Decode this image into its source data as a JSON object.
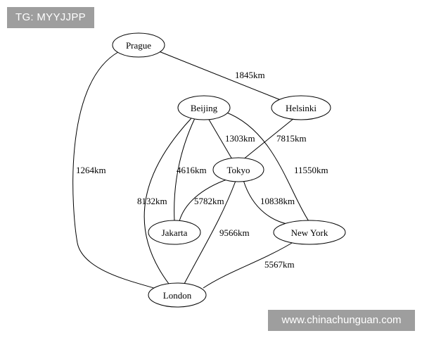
{
  "watermarks": {
    "top_left": "TG: MYYJJPP",
    "bottom_right": "www.chinachunguan.com"
  },
  "graph": {
    "nodes": [
      {
        "id": "prague",
        "label": "Prague"
      },
      {
        "id": "helsinki",
        "label": "Helsinki"
      },
      {
        "id": "beijing",
        "label": "Beijing"
      },
      {
        "id": "tokyo",
        "label": "Tokyo"
      },
      {
        "id": "jakarta",
        "label": "Jakarta"
      },
      {
        "id": "newyork",
        "label": "New York"
      },
      {
        "id": "london",
        "label": "London"
      }
    ],
    "edges": [
      {
        "id": "prague-helsinki",
        "from": "Prague",
        "to": "Helsinki",
        "label": "1845km"
      },
      {
        "id": "prague-london",
        "from": "Prague",
        "to": "London",
        "label": "1264km"
      },
      {
        "id": "beijing-tokyo",
        "from": "Beijing",
        "to": "Tokyo",
        "label": "1303km"
      },
      {
        "id": "beijing-jakarta",
        "from": "Beijing",
        "to": "Jakarta",
        "label": "4616km"
      },
      {
        "id": "beijing-london",
        "from": "Beijing",
        "to": "London",
        "label": "8132km"
      },
      {
        "id": "beijing-newyork",
        "from": "Beijing",
        "to": "New York",
        "label": "11550km"
      },
      {
        "id": "helsinki-tokyo",
        "from": "Helsinki",
        "to": "Tokyo",
        "label": "7815km"
      },
      {
        "id": "tokyo-jakarta",
        "from": "Tokyo",
        "to": "Jakarta",
        "label": "5782km"
      },
      {
        "id": "tokyo-newyork",
        "from": "Tokyo",
        "to": "New York",
        "label": "10838km"
      },
      {
        "id": "tokyo-london",
        "from": "Tokyo",
        "to": "London",
        "label": "9566km"
      },
      {
        "id": "newyork-london",
        "from": "New York",
        "to": "London",
        "label": "5567km"
      }
    ]
  }
}
